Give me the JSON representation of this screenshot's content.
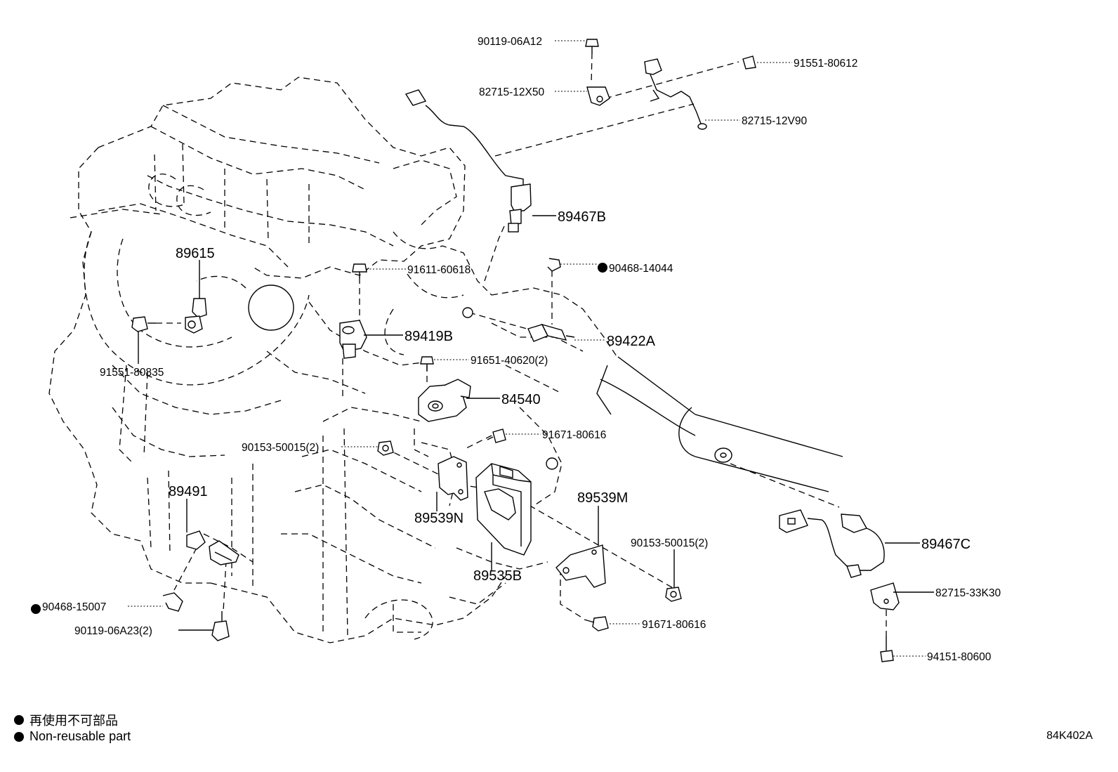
{
  "diagram_code": "84K402A",
  "legend": [
    {
      "symbol": "filled-circle",
      "text": "再使用不可部品"
    },
    {
      "symbol": "filled-circle",
      "text": "Non-reusable part"
    }
  ],
  "part_numbers": {
    "p9011906A12": "90119-06A12",
    "p9155180612": "91551-80612",
    "p8271512X50": "82715-12X50",
    "p8271512V90": "82715-12V90",
    "p89467B": "89467B",
    "p89615": "89615",
    "p9161160618": "91611-60618",
    "p9046814044": "90468-14044",
    "p89419B": "89419B",
    "p89422A": "89422A",
    "p9155180835": "91551-80835",
    "p9165140620": "91651-40620(2)",
    "p84540": "84540",
    "p9167180616a": "91671-80616",
    "p9015350015a": "90153-50015(2)",
    "p89491": "89491",
    "p89539M": "89539M",
    "p89539N": "89539N",
    "p9015350015b": "90153-50015(2)",
    "p89467C": "89467C",
    "p89535B": "89535B",
    "p8271533K30": "82715-33K30",
    "p9046815007": "90468-15007",
    "p9167180616b": "91671-80616",
    "p9011906A23": "90119-06A23(2)",
    "p9415180600": "94151-80600"
  },
  "non_reusable_parts": [
    "90468-14044",
    "90468-15007"
  ]
}
